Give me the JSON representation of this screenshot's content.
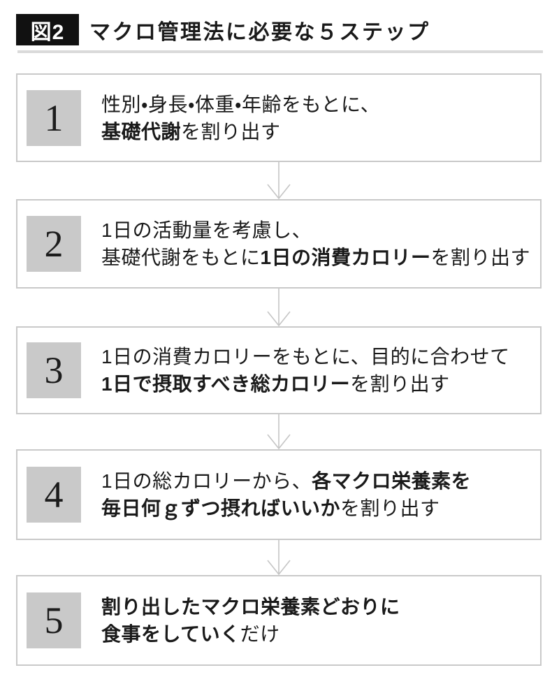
{
  "header": {
    "figure_label": "図2",
    "title": "マクロ管理法に必要な５ステップ"
  },
  "steps": [
    {
      "number": "1",
      "lines": [
        {
          "parts": [
            {
              "t": "性別・身長・体重・年齢をもとに、",
              "bold": false
            }
          ]
        },
        {
          "parts": [
            {
              "t": "基礎代謝",
              "bold": true
            },
            {
              "t": "を割り出す",
              "bold": false
            }
          ]
        }
      ]
    },
    {
      "number": "2",
      "lines": [
        {
          "parts": [
            {
              "t": "1日の活動量を考慮し、",
              "bold": false
            }
          ]
        },
        {
          "parts": [
            {
              "t": "基礎代謝をもとに",
              "bold": false
            },
            {
              "t": "1日の消費カロリー",
              "bold": true
            },
            {
              "t": "を割り出す",
              "bold": false
            }
          ]
        }
      ]
    },
    {
      "number": "3",
      "lines": [
        {
          "parts": [
            {
              "t": "1日の消費カロリーをもとに、目的に合わせて",
              "bold": false
            }
          ]
        },
        {
          "parts": [
            {
              "t": "1日で摂取すべき総カロリー",
              "bold": true
            },
            {
              "t": "を割り出す",
              "bold": false
            }
          ]
        }
      ]
    },
    {
      "number": "4",
      "lines": [
        {
          "parts": [
            {
              "t": "1日の総カロリーから、",
              "bold": false
            },
            {
              "t": "各マクロ栄養素を",
              "bold": true
            }
          ]
        },
        {
          "parts": [
            {
              "t": "毎日何ｇずつ摂ればいいか",
              "bold": true
            },
            {
              "t": "を割り出す",
              "bold": false
            }
          ]
        }
      ]
    },
    {
      "number": "5",
      "lines": [
        {
          "parts": [
            {
              "t": "割り出したマクロ栄養素どおりに",
              "bold": true
            }
          ]
        },
        {
          "parts": [
            {
              "t": "食事をしていく",
              "bold": true
            },
            {
              "t": "だけ",
              "bold": false
            }
          ]
        }
      ]
    }
  ],
  "arrow_icon": "chevron-down-arrow",
  "colors": {
    "text": "#1a1a1a",
    "label_bg": "#111111",
    "label_text": "#ffffff",
    "box_border": "#c9c9c9",
    "number_bg": "#c9c9c9",
    "arrow": "#c5c5c5",
    "rule": "#dadada",
    "page_bg": "#ffffff"
  }
}
